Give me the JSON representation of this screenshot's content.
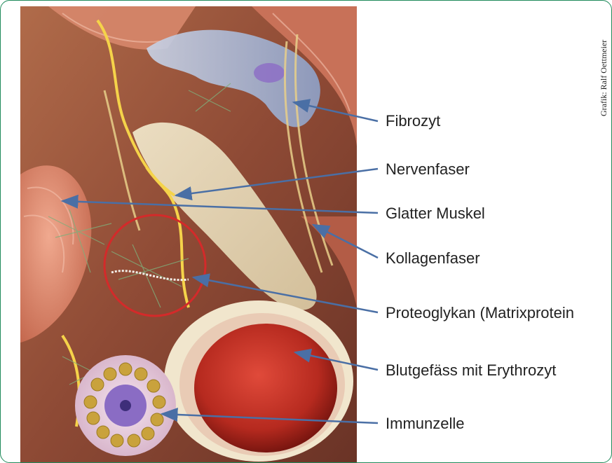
{
  "credit": "Grafik: Ralf Oettmeier",
  "colors": {
    "frame_border": "#1f8a5a",
    "arrow": "#4a6fa5",
    "highlight_circle": "#d42a2a",
    "background": "#ffffff"
  },
  "labels": [
    {
      "id": "fibrozyt",
      "text": "Fibrozyt"
    },
    {
      "id": "nervenfaser",
      "text": "Nervenfaser"
    },
    {
      "id": "glatter-muskel",
      "text": "Glatter Muskel"
    },
    {
      "id": "kollagenfaser",
      "text": "Kollagenfaser"
    },
    {
      "id": "proteoglykan",
      "text": "Proteoglykan (Matrixprotein"
    },
    {
      "id": "blutgefaess",
      "text": "Blutgefäss mit Erythrozyt"
    },
    {
      "id": "immunzelle",
      "text": "Immunzelle"
    }
  ]
}
